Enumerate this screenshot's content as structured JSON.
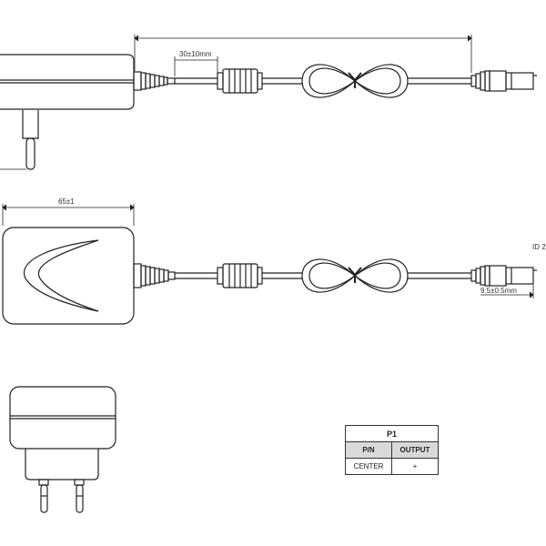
{
  "dimensions": {
    "cable_top_dim": "30±10mm",
    "body_width_dim": "65±1",
    "plug_length_dim": "9.5±0.5mm",
    "id_label": "ID 2"
  },
  "pin_table": {
    "title": "P1",
    "headers": [
      "P/N",
      "OUTPUT"
    ],
    "rows": [
      [
        "CENTER",
        "+"
      ]
    ]
  }
}
